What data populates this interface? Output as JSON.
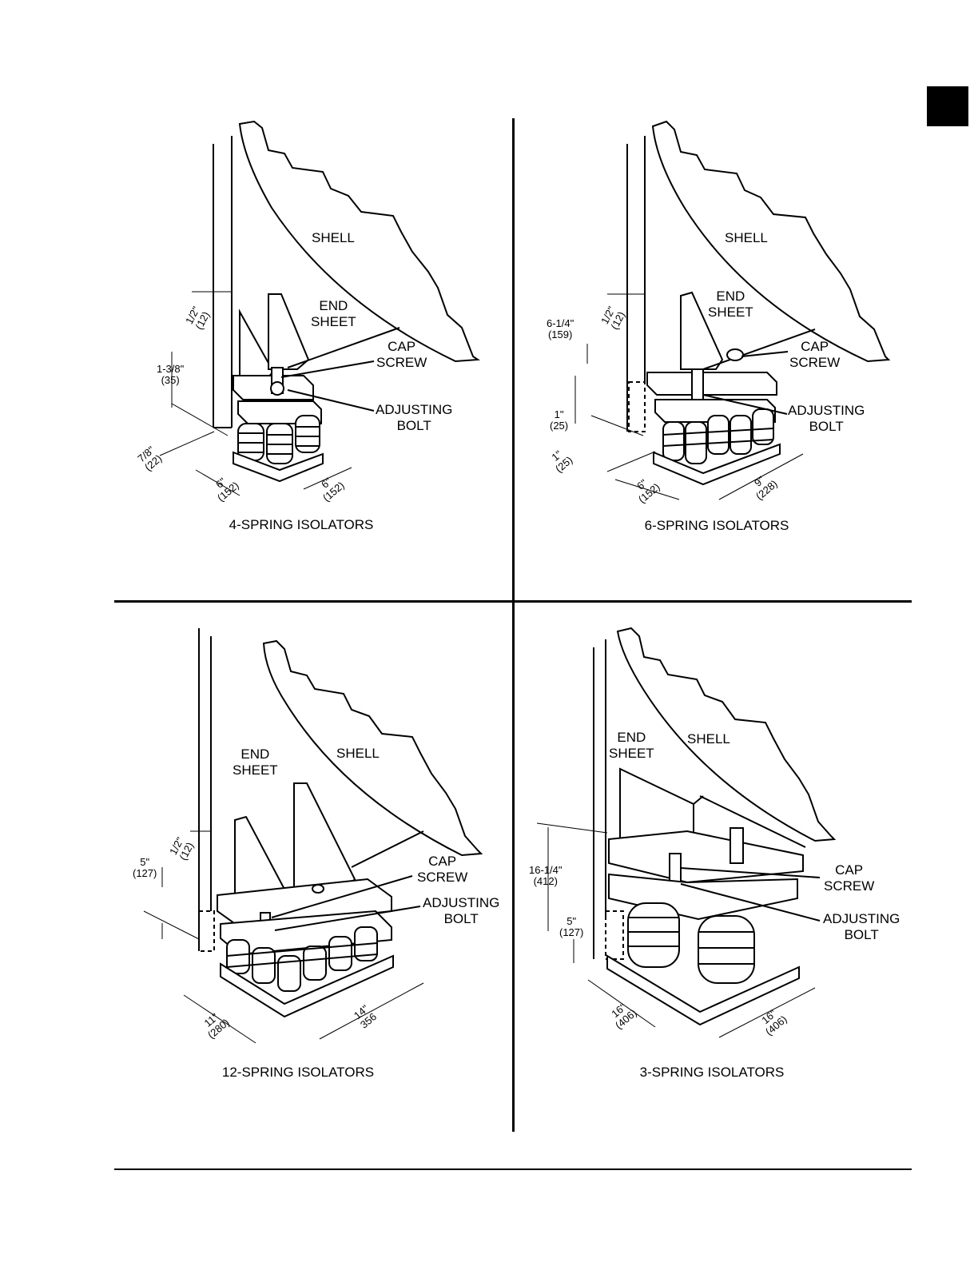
{
  "panels": {
    "four": {
      "caption": "4-SPRING ISOLATORS",
      "shell": "SHELL",
      "end_sheet": "END\nSHEET",
      "cap_screw": "CAP\nSCREW",
      "adjusting_bolt": "ADJUSTING\nBOLT",
      "dims": {
        "top_gap": "1/2\"\n(12)",
        "height": "1-3/8\"\n(35)",
        "offset": "7/8\"\n(22)",
        "width_left": "6\"\n(152)",
        "width_right": "6\"\n(152)"
      }
    },
    "six": {
      "caption": "6-SPRING ISOLATORS",
      "shell": "SHELL",
      "end_sheet": "END\nSHEET",
      "cap_screw": "CAP\nSCREW",
      "adjusting_bolt": "ADJUSTING\nBOLT",
      "dims": {
        "top_gap": "1/2\"\n(12)",
        "height": "6-1/4\"\n(159)",
        "mid": "1\"\n(25)",
        "offset": "1\"\n(25)",
        "width_left": "6\"\n(152)",
        "width_right": "9\"\n(228)"
      }
    },
    "twelve": {
      "caption": "12-SPRING ISOLATORS",
      "shell": "SHELL",
      "end_sheet": "END\nSHEET",
      "cap_screw": "CAP\nSCREW",
      "adjusting_bolt": "ADJUSTING\nBOLT",
      "dims": {
        "top_gap": "1/2\"\n(12)",
        "height": "5\"\n(127)",
        "width_left": "11\"\n(280)",
        "width_right": "14\"\n356"
      }
    },
    "three": {
      "caption": "3-SPRING ISOLATORS",
      "shell": "SHELL",
      "end_sheet": "END\nSHEET",
      "cap_screw": "CAP\nSCREW",
      "adjusting_bolt": "ADJUSTING\nBOLT",
      "dims": {
        "height": "16-1/4\"\n(412)",
        "mid": "5\"\n(127)",
        "width_left": "16\"\n(406)",
        "width_right": "16\"\n(406)"
      }
    }
  }
}
